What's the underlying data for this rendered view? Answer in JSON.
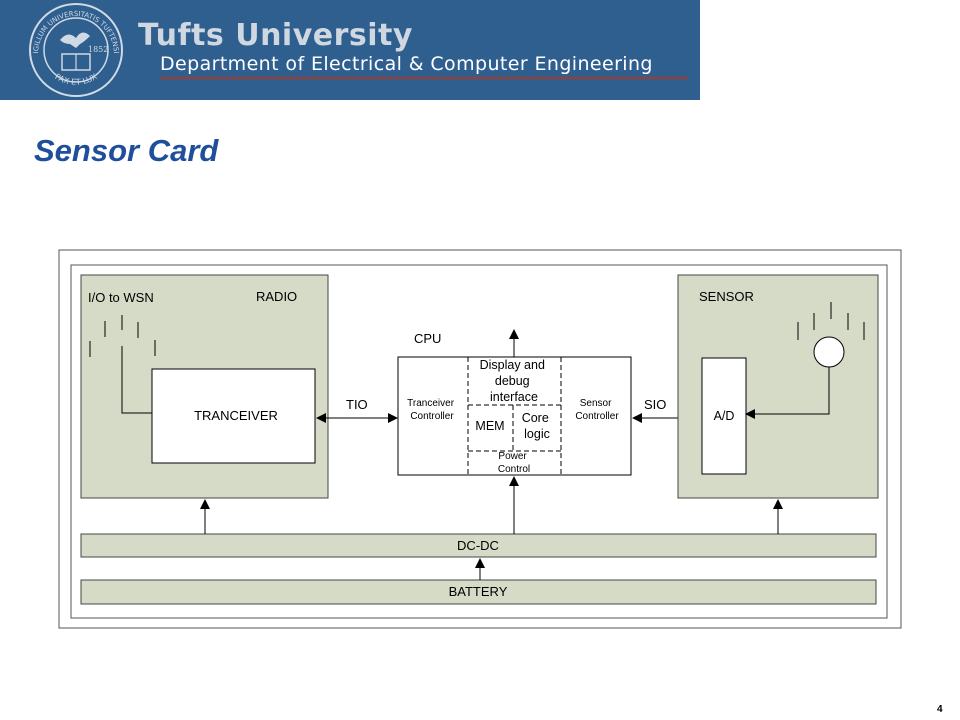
{
  "header": {
    "university": "Tufts University",
    "department": "Department of Electrical & Computer Engineering",
    "seal_top": "SIGILLUM UNIVERSITATIS TUFTENSIS",
    "seal_bottom": "PAX ET LUX",
    "seal_year": "1852"
  },
  "slide": {
    "title": "Sensor Card",
    "page_number": "4"
  },
  "diagram": {
    "radio": {
      "label": "RADIO",
      "io_label": "I/O to WSN",
      "tranceiver": "TRANCEIVER"
    },
    "tio": "TIO",
    "sio": "SIO",
    "cpu": {
      "label": "CPU",
      "tranceiver_controller": [
        "Tranceiver",
        "Controller"
      ],
      "sensor_controller": [
        "Sensor",
        "Controller"
      ],
      "display": [
        "Display and",
        "debug",
        "interface"
      ],
      "mem": "MEM",
      "core": [
        "Core",
        "logic"
      ],
      "power": [
        "Power",
        "Control"
      ]
    },
    "sensor": {
      "label": "SENSOR",
      "ad": "A/D"
    },
    "dcdc": "DC-DC",
    "battery": "BATTERY"
  },
  "colors": {
    "header_bg": "#2f5f8f",
    "title": "#1f4e9a",
    "block_fill": "#d5dbc6"
  }
}
